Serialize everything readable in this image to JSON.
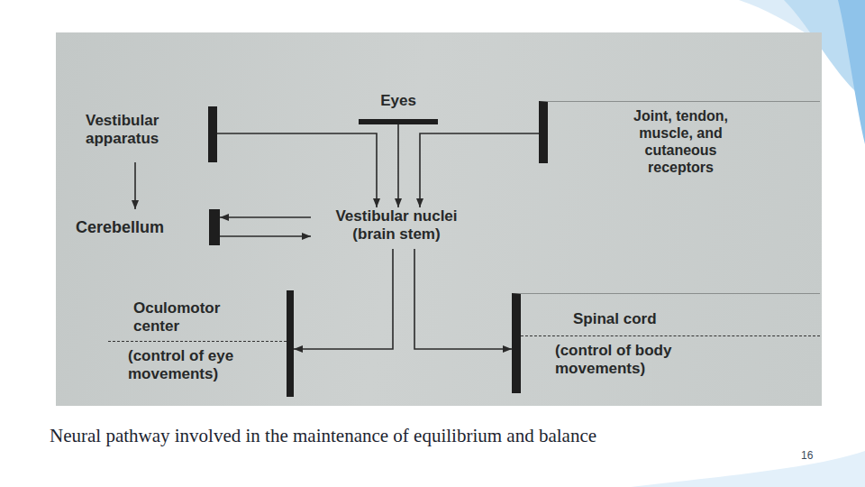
{
  "diagram": {
    "caption": "Neural pathway involved in the maintenance of equilibrium and balance",
    "nodes": [
      {
        "text": [
          "Vestibular apparatus"
        ]
      },
      {
        "text": [
          "Eyes"
        ]
      },
      {
        "text": [
          "Joint, tendon, muscle, and cutaneous receptors"
        ]
      },
      {
        "text": [
          "Cerebellum"
        ]
      },
      {
        "text": [
          "Vestibular nuclei (brain stem)"
        ]
      },
      {
        "text": [
          "Oculomotor center",
          "(control of eye movements)"
        ]
      },
      {
        "text": [
          "Spinal cord",
          "(control of body movements)"
        ]
      }
    ],
    "edges": [
      {
        "from": 0,
        "to": 4,
        "arrow": "to"
      },
      {
        "from": 1,
        "to": 4,
        "arrow": "to"
      },
      {
        "from": 2,
        "to": 4,
        "arrow": "to"
      },
      {
        "from": 0,
        "to": 3,
        "arrow": "to"
      },
      {
        "from": 4,
        "to": 3,
        "arrow": "to"
      },
      {
        "from": 3,
        "to": 4,
        "arrow": "to"
      },
      {
        "from": 4,
        "to": 5,
        "arrow": "to"
      },
      {
        "from": 4,
        "to": 6,
        "arrow": "to"
      }
    ],
    "labels": [
      "16"
    ]
  }
}
